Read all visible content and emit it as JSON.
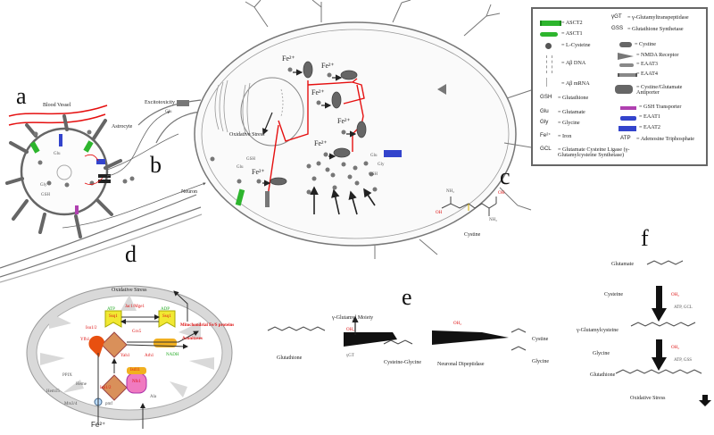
{
  "panels": {
    "a": {
      "letter": "a",
      "blood_vessel": "Blood Vessel",
      "astrocyte": "Astrocyte",
      "glu": "Glu",
      "gly": "Gly",
      "gsh": "GSH"
    },
    "b": {
      "letter": "b",
      "excitotoxicity": "Excitotoxicity",
      "neuron": "Neuron",
      "glu": "Glu"
    },
    "neuron": {
      "fe": "Fe²⁺",
      "oxidative_stress": "Oxidative Stress",
      "glu": "Glu",
      "gly": "Gly",
      "gsh": "GSH"
    },
    "c": {
      "letter": "c",
      "label": "Cystine",
      "nh2": "NH₂",
      "oh": "OH",
      "ho": "HO"
    },
    "d": {
      "letter": "d",
      "oxidative_stress": "Oxidative Stress",
      "atp": "ATP",
      "adp": "ADP",
      "ssq1": "Ssq1",
      "jac_mge": "Jac1/Mge1",
      "isu": "Isu1/2",
      "yfh1": "Yfh1",
      "grx5": "Grx5",
      "mito_fes": "Mitochondrial Fe/S proteins",
      "aconitases": "Aconitases",
      "yah1": "Yah1",
      "arh1": "Arh1",
      "nadh": "NADH",
      "isd11": "Isd11",
      "nfs1": "Nfs1",
      "ala": "Ala",
      "ppix": "PPIX",
      "heme": "Heme",
      "abcb10": "Mrs3/4",
      "ferro": "Hem15",
      "pmf": "pmf",
      "fe": "Fe²⁺"
    },
    "e": {
      "letter": "e",
      "glutathione": "Glutathione",
      "gamma_glutamyl": "γ-Glutamyl Moiety",
      "ggt": "γGT",
      "cys_gly": "Cysteine-Glycine",
      "neuronal_dipeptidase": "Neuronal Dipeptidase",
      "cysteine": "Cystine",
      "glycine": "Glycine",
      "oh2": "OH₂"
    },
    "f": {
      "letter": "f",
      "glutamate": "Glutamate",
      "cysteine": "Cysteine",
      "atp_gcl": "ATP, GCL",
      "gamma_glucys": "γ-Glutamylcysteine",
      "glycine": "Glycine",
      "atp_gss": "ATP, GSS",
      "glutathione": "Glutathione",
      "oxidative_stress": "Oxidative Stress",
      "oh2": "OH₂"
    }
  },
  "legend": {
    "left": [
      {
        "icon": "asct2-icon",
        "color": "#2db52d",
        "label": "= ASCT2"
      },
      {
        "icon": "asct1-icon",
        "color": "#2db52d",
        "label": "= ASCT1"
      },
      {
        "icon": "l-cysteine-icon",
        "color": "#555555",
        "label": "= L-Cysteine"
      },
      {
        "icon": "abeta-dna-icon",
        "color": "#aaaaaa",
        "label": "= Aβ DNA"
      },
      {
        "icon": "abeta-mrna-icon",
        "color": "#aaaaaa",
        "label": "= Aβ mRNA"
      },
      {
        "abbr": "GSH",
        "label": "= Glutathione"
      },
      {
        "abbr": "Glu",
        "label": "= Glutamate"
      },
      {
        "abbr": "Gly",
        "label": "= Glycine"
      },
      {
        "abbr": "Fe²⁺",
        "label": "= Iron"
      }
    ],
    "right": [
      {
        "abbr": "γGT",
        "label": "= γ-Glutamyltranspeptidase"
      },
      {
        "abbr": "GSS",
        "label": "= Glutathione Synthetase"
      },
      {
        "icon": "cystine-icon",
        "color": "#666666",
        "label": "= Cystine"
      },
      {
        "icon": "nmda-receptor-icon",
        "color": "#777777",
        "label": "= NMDA Receptor"
      },
      {
        "icon": "eaat3-icon",
        "color": "#888888",
        "label": "= EAAT3"
      },
      {
        "icon": "eaat4-icon",
        "color": "#888888",
        "label": "= EAAT4"
      },
      {
        "icon": "antiporter-icon",
        "color": "#666666",
        "label": "= Cystine/Glutamate Antiporter"
      },
      {
        "icon": "gsh-transporter-icon",
        "color": "#b040b0",
        "label": "= GSH Transporter"
      },
      {
        "icon": "eaat1-icon",
        "color": "#3344cc",
        "label": "= EAAT1"
      },
      {
        "icon": "eaat2-icon",
        "color": "#3344cc",
        "label": "= EAAT2"
      },
      {
        "abbr": "ATP",
        "label": "= Adenosine Triphosphate"
      }
    ],
    "gcl": {
      "abbr": "GCL",
      "label": "= Glutamate Cysteine Ligase (γ-Glutamylcysteine Synthetase)"
    }
  },
  "colors": {
    "blood_vessel": "#e51010",
    "signal": "#e51010",
    "membrane": "#777777",
    "mitochondria": "#d9d9d9",
    "fes_cluster": "#d9905a",
    "atp_box": "#f1e832",
    "nfs1": "#f07ac0"
  }
}
